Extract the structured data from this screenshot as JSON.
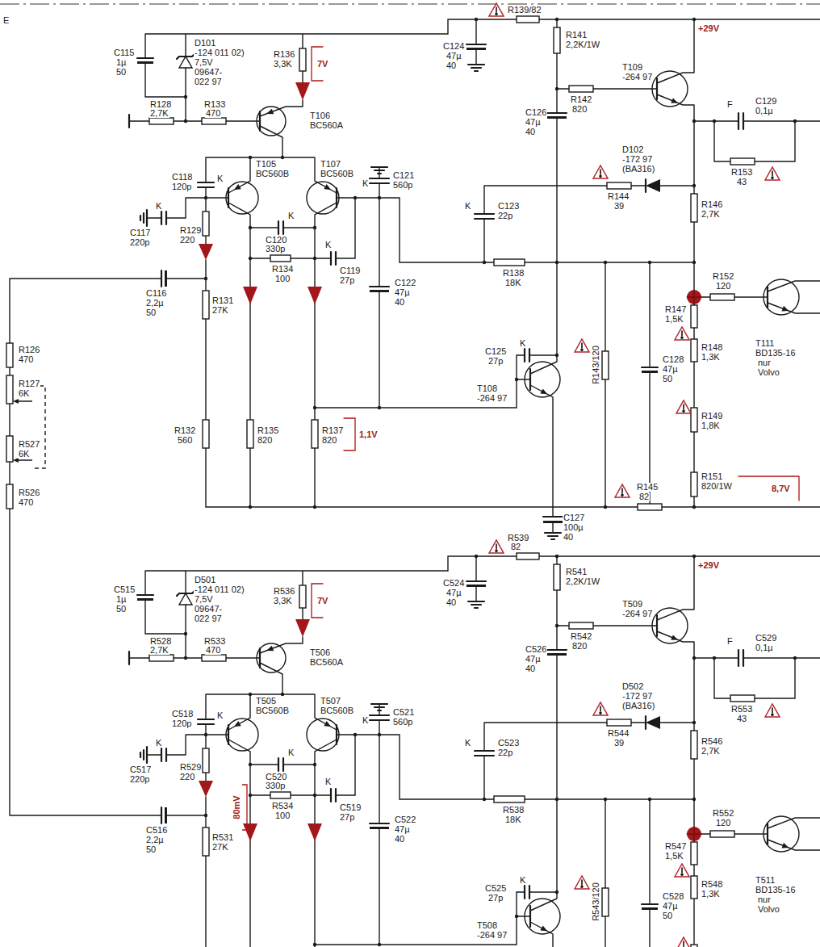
{
  "diagram": {
    "labels": [
      "E",
      "C115",
      "1µ",
      "50",
      "D101",
      "-124 011 02)",
      "7,5V",
      "09647-",
      "022 97",
      "R136",
      "3,3K",
      "7V",
      "R128",
      "2,7K",
      "R133",
      "470",
      "T106",
      "BC560A",
      "T105",
      "BC560B",
      "T107",
      "BC560B",
      "C118",
      "120p",
      "K",
      "C120",
      "330p",
      "K",
      "K",
      "C121",
      "560p",
      "K",
      "C117",
      "220p",
      "R129",
      "220",
      "R134",
      "100",
      "K",
      "C119",
      "27p",
      "C122",
      "47µ",
      "40",
      "C116",
      "2,2µ",
      "50",
      "R131",
      "27K",
      "R132",
      "560",
      "R135",
      "820",
      "R137",
      "820",
      "1,1V",
      "R139/82",
      "+29V",
      "C124",
      "47µ",
      "40",
      "R141",
      "2,2K/1W",
      "T109",
      "-264 97",
      "C126",
      "47µ",
      "40",
      "R142",
      "820",
      "C129",
      "0,1µ",
      "F",
      "D102",
      "-172 97",
      "(BA316)",
      "R153",
      "43",
      "K",
      "C123",
      "22p",
      "R144",
      "39",
      "R146",
      "2,7K",
      "R138",
      "18K",
      "R152",
      "120",
      "R147",
      "1,5K",
      "R148",
      "1,3K",
      "T111",
      "BD135-16",
      "nur",
      "Volvo",
      "K",
      "C125",
      "27p",
      "T108",
      "-264 97",
      "R143/120",
      "C128",
      "47µ",
      "50",
      "R149",
      "1,8K",
      "R145",
      "82",
      "R151",
      "820/1W",
      "8,7V",
      "C127",
      "100µ",
      "40",
      "R126",
      "470",
      "R127",
      "6K",
      "R527",
      "6K",
      "R526",
      "470",
      "C515",
      "1µ",
      "50",
      "D501",
      "-124 011 02)",
      "7,5V",
      "09647-",
      "022 97",
      "R536",
      "3,3K",
      "7V",
      "R528",
      "2,7K",
      "R533",
      "470",
      "T506",
      "BC560A",
      "T505",
      "BC560B",
      "T507",
      "BC560B",
      "C518",
      "120p",
      "K",
      "C520",
      "330p",
      "K",
      "K",
      "C521",
      "560p",
      "K",
      "C517",
      "220p",
      "R529",
      "220",
      "R534",
      "100",
      "K",
      "C519",
      "27p",
      "C522",
      "47µ",
      "40",
      "C516",
      "2,2µ",
      "50",
      "R531",
      "27K",
      "80mV",
      "R539",
      "82",
      "+29V",
      "C524",
      "47µ",
      "40",
      "R541",
      "2,2K/1W",
      "T509",
      "-264 97",
      "C526",
      "47µ",
      "40",
      "R542",
      "820",
      "C529",
      "0,1µ",
      "F",
      "D502",
      "-172 97",
      "(BA316)",
      "R553",
      "43",
      "K",
      "C523",
      "22p",
      "R544",
      "39",
      "R546",
      "2,7K",
      "R538",
      "18K",
      "R552",
      "120",
      "R547",
      "1,5K",
      "R548",
      "1,3K",
      "T511",
      "BD135-16",
      "nur",
      "Volvo",
      "K",
      "C525",
      "27p",
      "T508",
      "-264 97",
      "R543/120",
      "C528",
      "47µ",
      "50"
    ]
  }
}
